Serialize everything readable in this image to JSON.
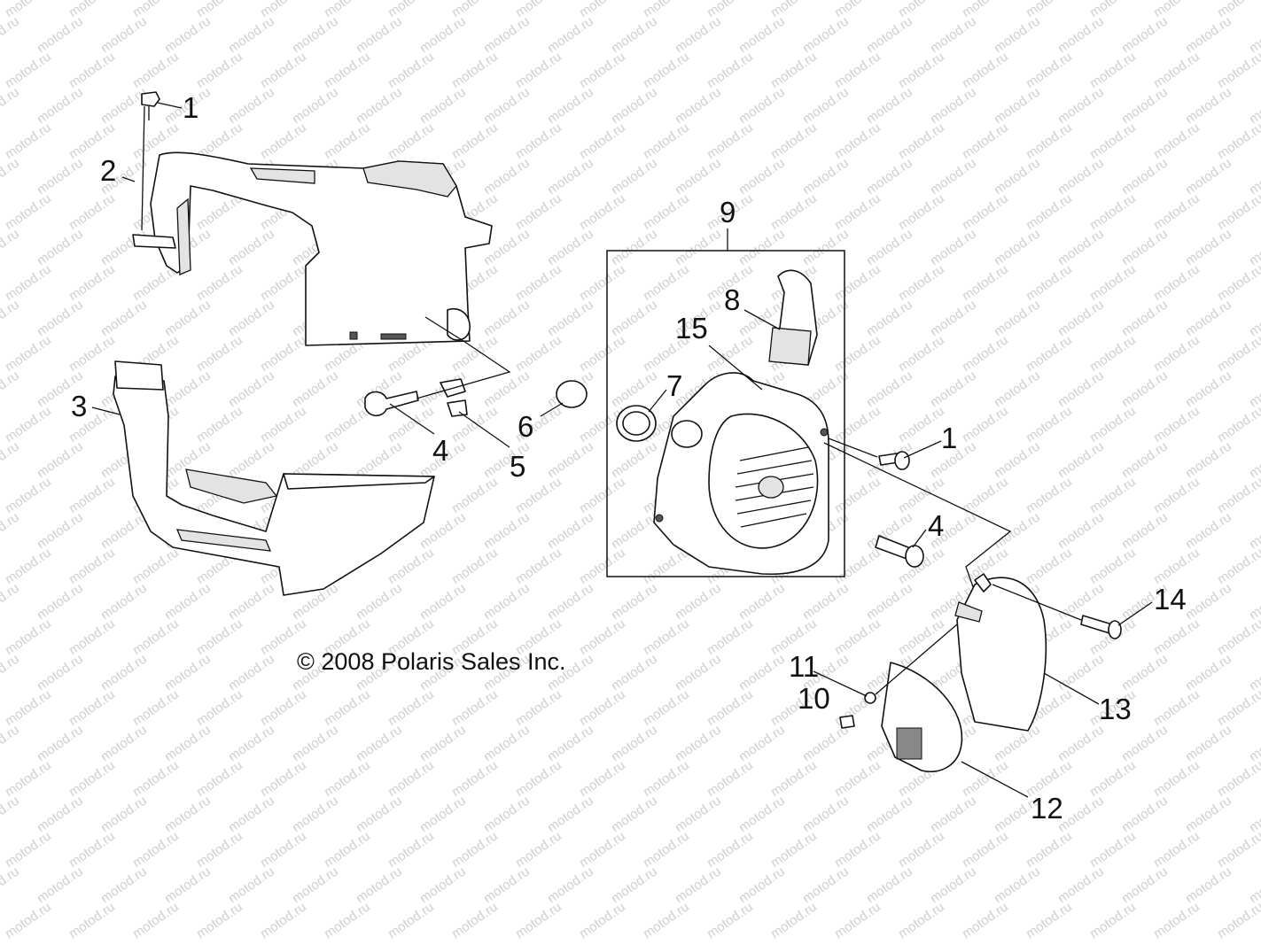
{
  "copyright": "© 2008 Polaris Sales Inc.",
  "watermark": "motod.ru",
  "callouts": {
    "c1_top": "1",
    "c2": "2",
    "c3": "3",
    "c4_left": "4",
    "c5": "5",
    "c6": "6",
    "c7": "7",
    "c8": "8",
    "c9": "9",
    "c15": "15",
    "c1_right": "1",
    "c4_right": "4",
    "c14": "14",
    "c11": "11",
    "c10": "10",
    "c13": "13",
    "c12": "12"
  }
}
